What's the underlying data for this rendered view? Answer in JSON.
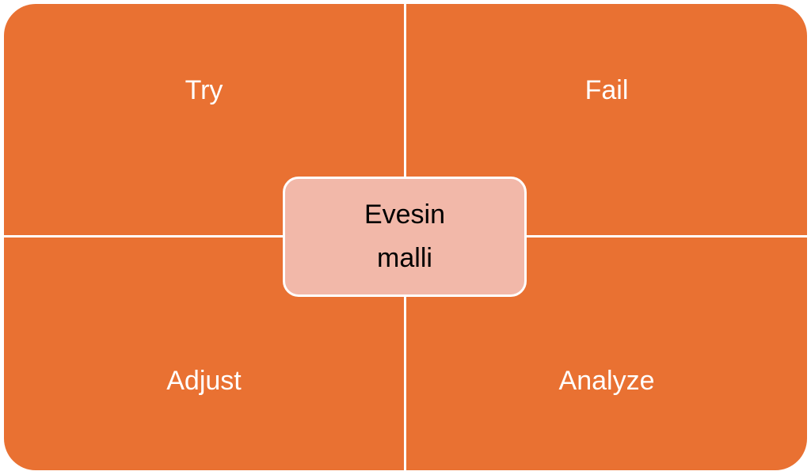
{
  "diagram": {
    "quadrants": [
      {
        "label": "Try"
      },
      {
        "label": "Fail"
      },
      {
        "label": "Adjust"
      },
      {
        "label": "Analyze"
      }
    ],
    "center": {
      "line1": "Evesin",
      "line2": "malli"
    }
  },
  "colors": {
    "quadrant": "#E97132",
    "center": "#F2B8A9",
    "divider": "#FFFFFF"
  }
}
